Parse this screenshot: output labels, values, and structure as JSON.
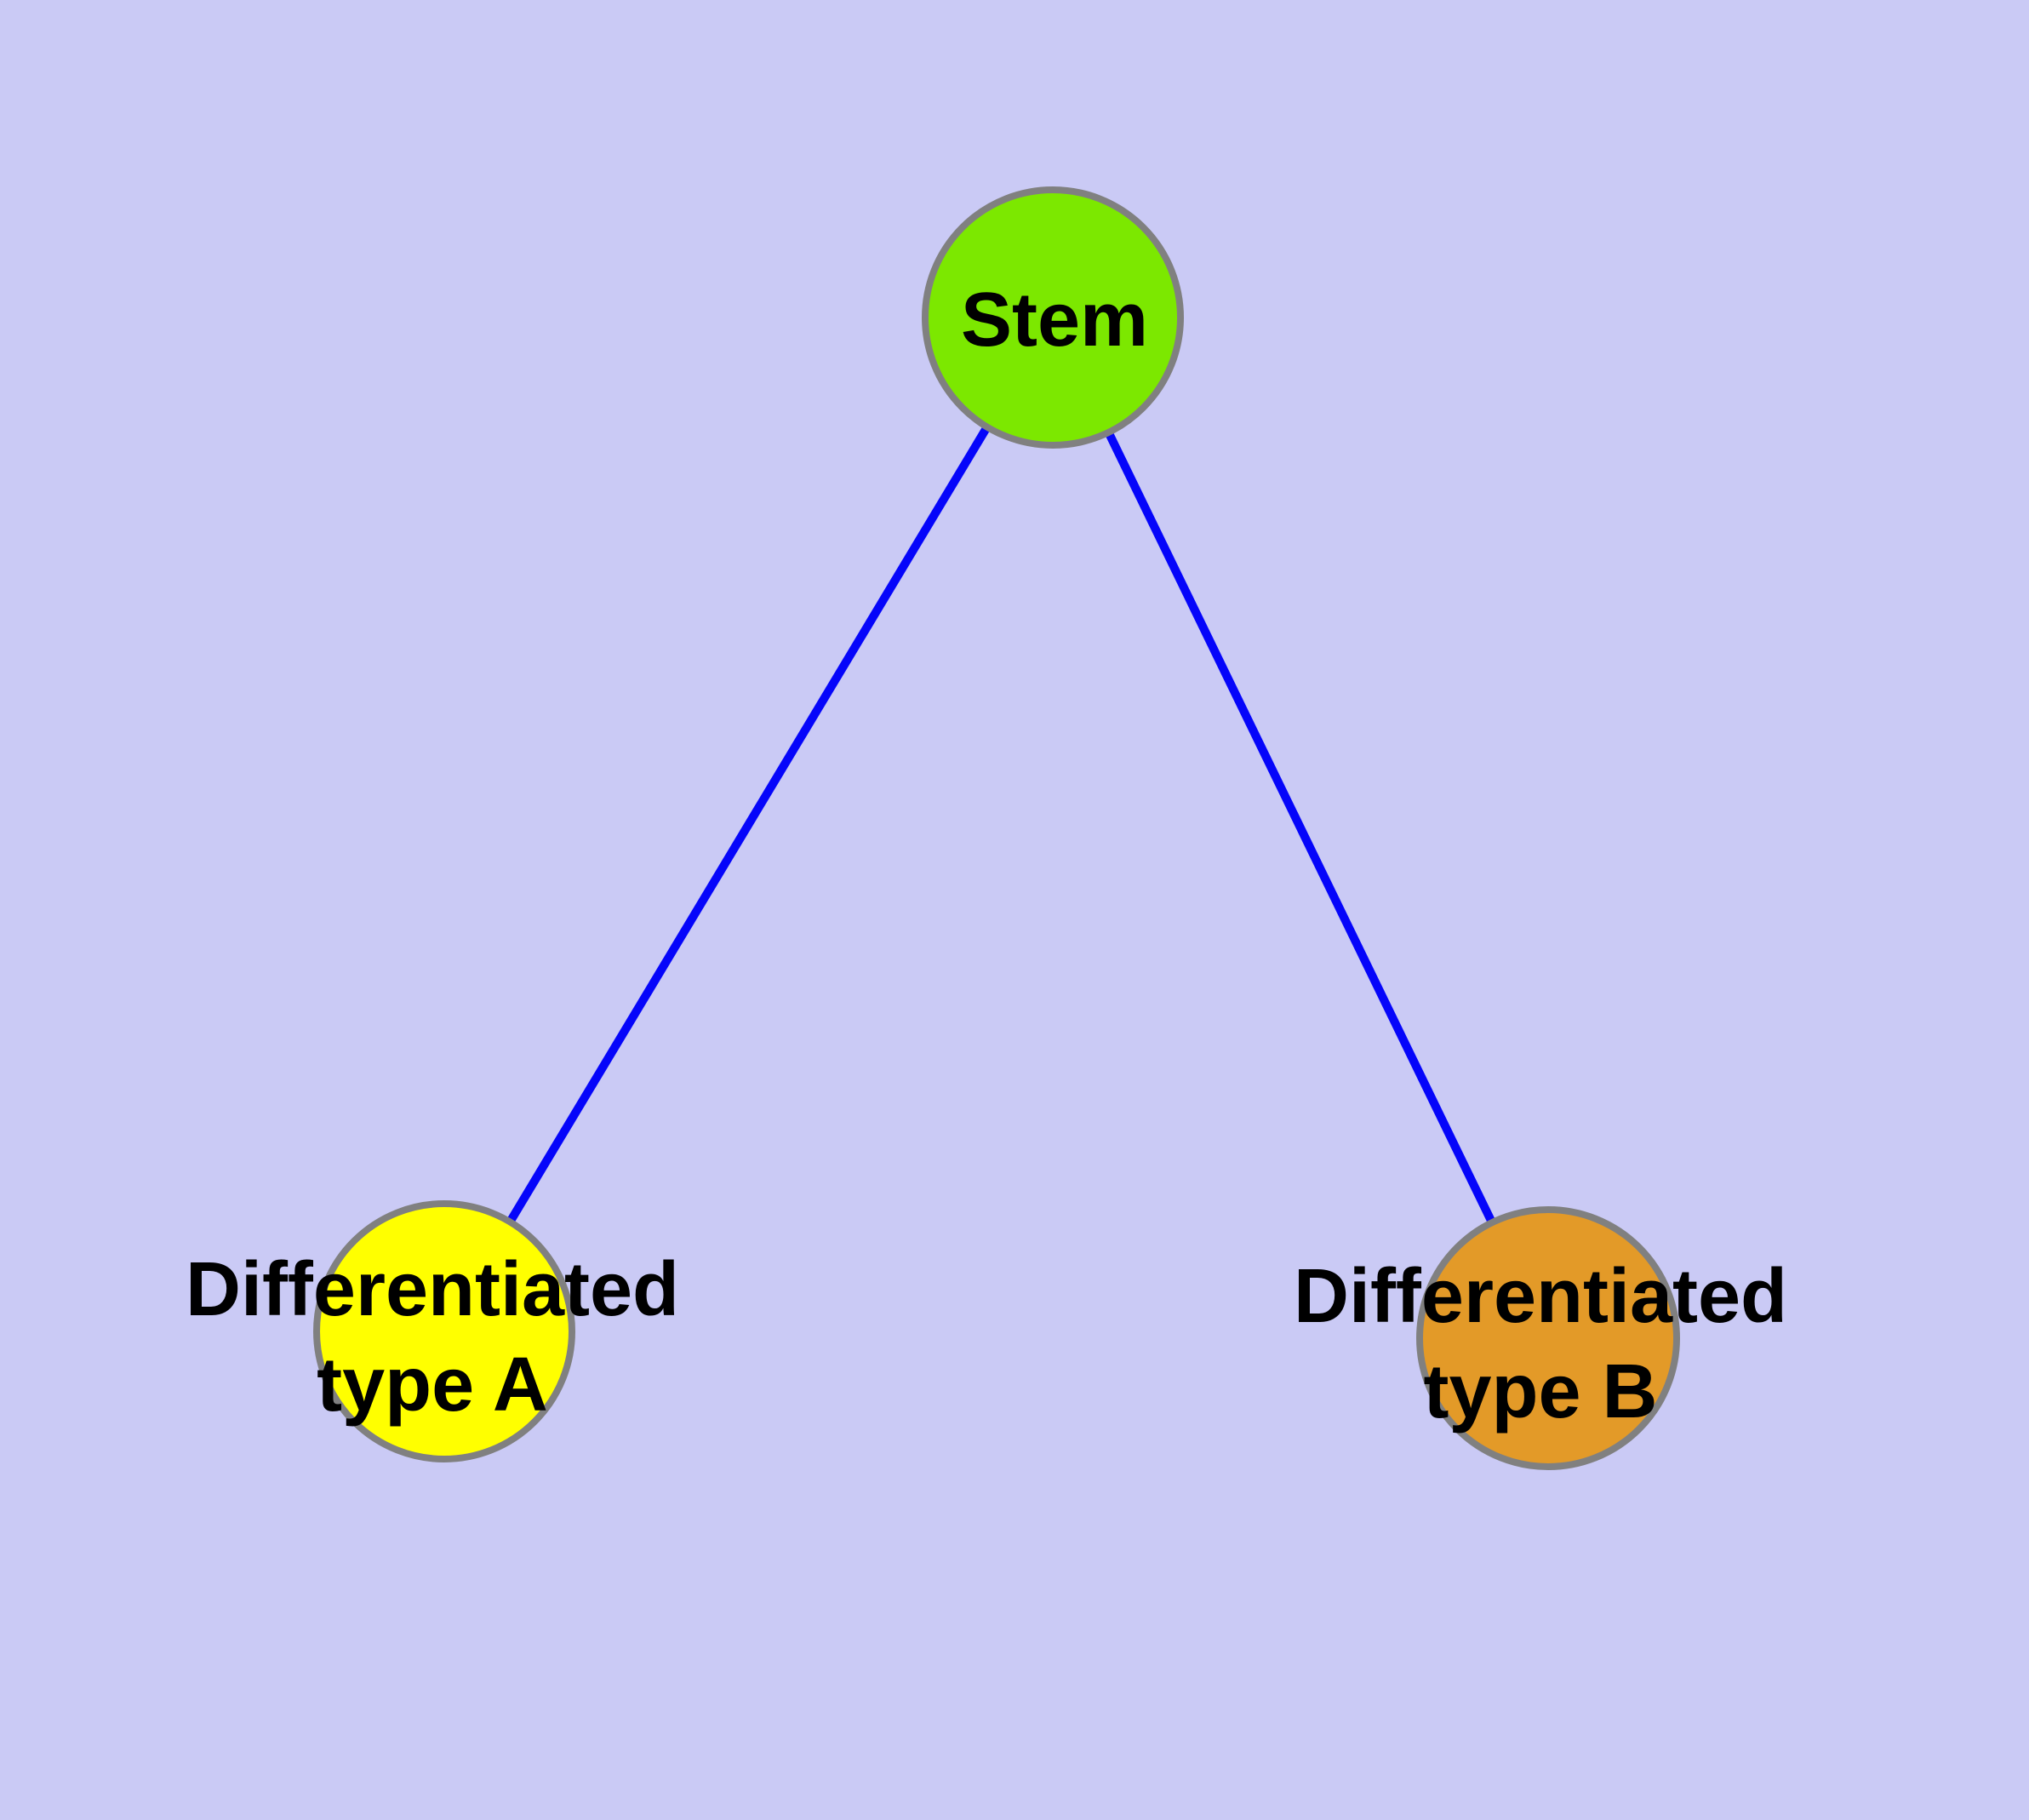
{
  "diagram": {
    "background_color": "#CACAF5",
    "edge_color": "#0505FA",
    "node_border_color": "#808080",
    "label_color": "#000000",
    "nodes": [
      {
        "id": "stem",
        "fill": "#7CE800",
        "label_lines": [
          "Stem"
        ]
      },
      {
        "id": "differentiated-type-a",
        "fill": "#FFFF00",
        "label_lines": [
          "Differentiated",
          "type A"
        ]
      },
      {
        "id": "differentiated-type-b",
        "fill": "#E39A28",
        "label_lines": [
          "Differentiated",
          "type B"
        ]
      }
    ],
    "edges": [
      {
        "from": "stem",
        "to": "differentiated-type-a"
      },
      {
        "from": "stem",
        "to": "differentiated-type-b"
      }
    ]
  }
}
